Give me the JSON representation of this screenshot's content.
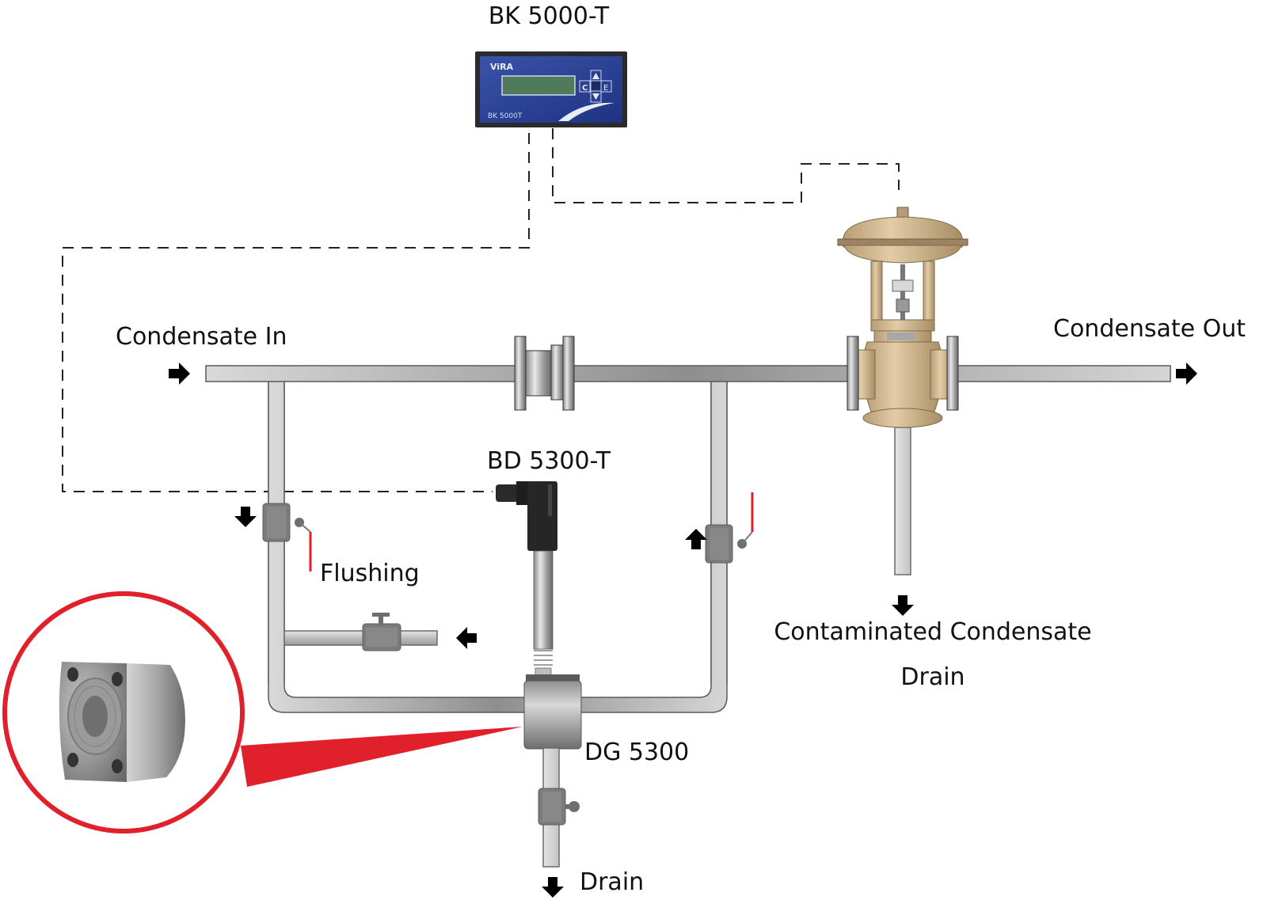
{
  "diagram": {
    "title": "Condensate contamination monitoring loop",
    "labels": {
      "controller": "BK 5000-T",
      "sensor": "BD 5300-T",
      "fitting": "DG 5300",
      "condensate_in": "Condensate In",
      "condensate_out": "Condensate Out",
      "flushing": "Flushing",
      "contaminated_line1": "Contaminated Condensate",
      "contaminated_line2": "Drain",
      "drain": "Drain"
    },
    "controller_panel": {
      "brand": "ViRA",
      "model_text": "BK 5000T",
      "keys": [
        "up",
        "down",
        "C",
        "E"
      ]
    },
    "flow_directions": {
      "inlet": "right",
      "outlet": "right",
      "left_bypass": "down",
      "right_bypass": "up",
      "flushing_inlet": "left",
      "contaminated_drain": "down",
      "sensor_drain": "down"
    },
    "colors": {
      "pipe": "#cfcfcf",
      "pipe_edge": "#6a6a6a",
      "valve_body": "#d2b48c",
      "controller_panel": "#2a3f8f",
      "display": "#4f7a5c",
      "highlight_red": "#e0202a",
      "signal_line": "#222222"
    }
  }
}
